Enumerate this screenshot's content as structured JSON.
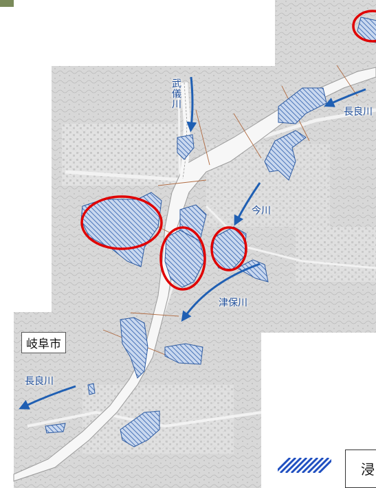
{
  "labels": {
    "mugi_river": "武儀川",
    "nagara_river_upper": "長良川",
    "ima_river": "今川",
    "tsubo_river": "津保川",
    "gifu_city": "岐阜市",
    "nagara_river_lower": "長良川"
  },
  "legend": {
    "text": "浸"
  },
  "colors": {
    "flood_area": "#5b85c7",
    "river_arrow": "#1f5fb3",
    "highlight_circle": "#e00000",
    "map_base": "#d9d9d9"
  },
  "icons": {
    "flood_pattern": "diagonal-hatch-icon",
    "highlight": "red-ellipse-icon",
    "flow": "flow-arrow-icon"
  }
}
